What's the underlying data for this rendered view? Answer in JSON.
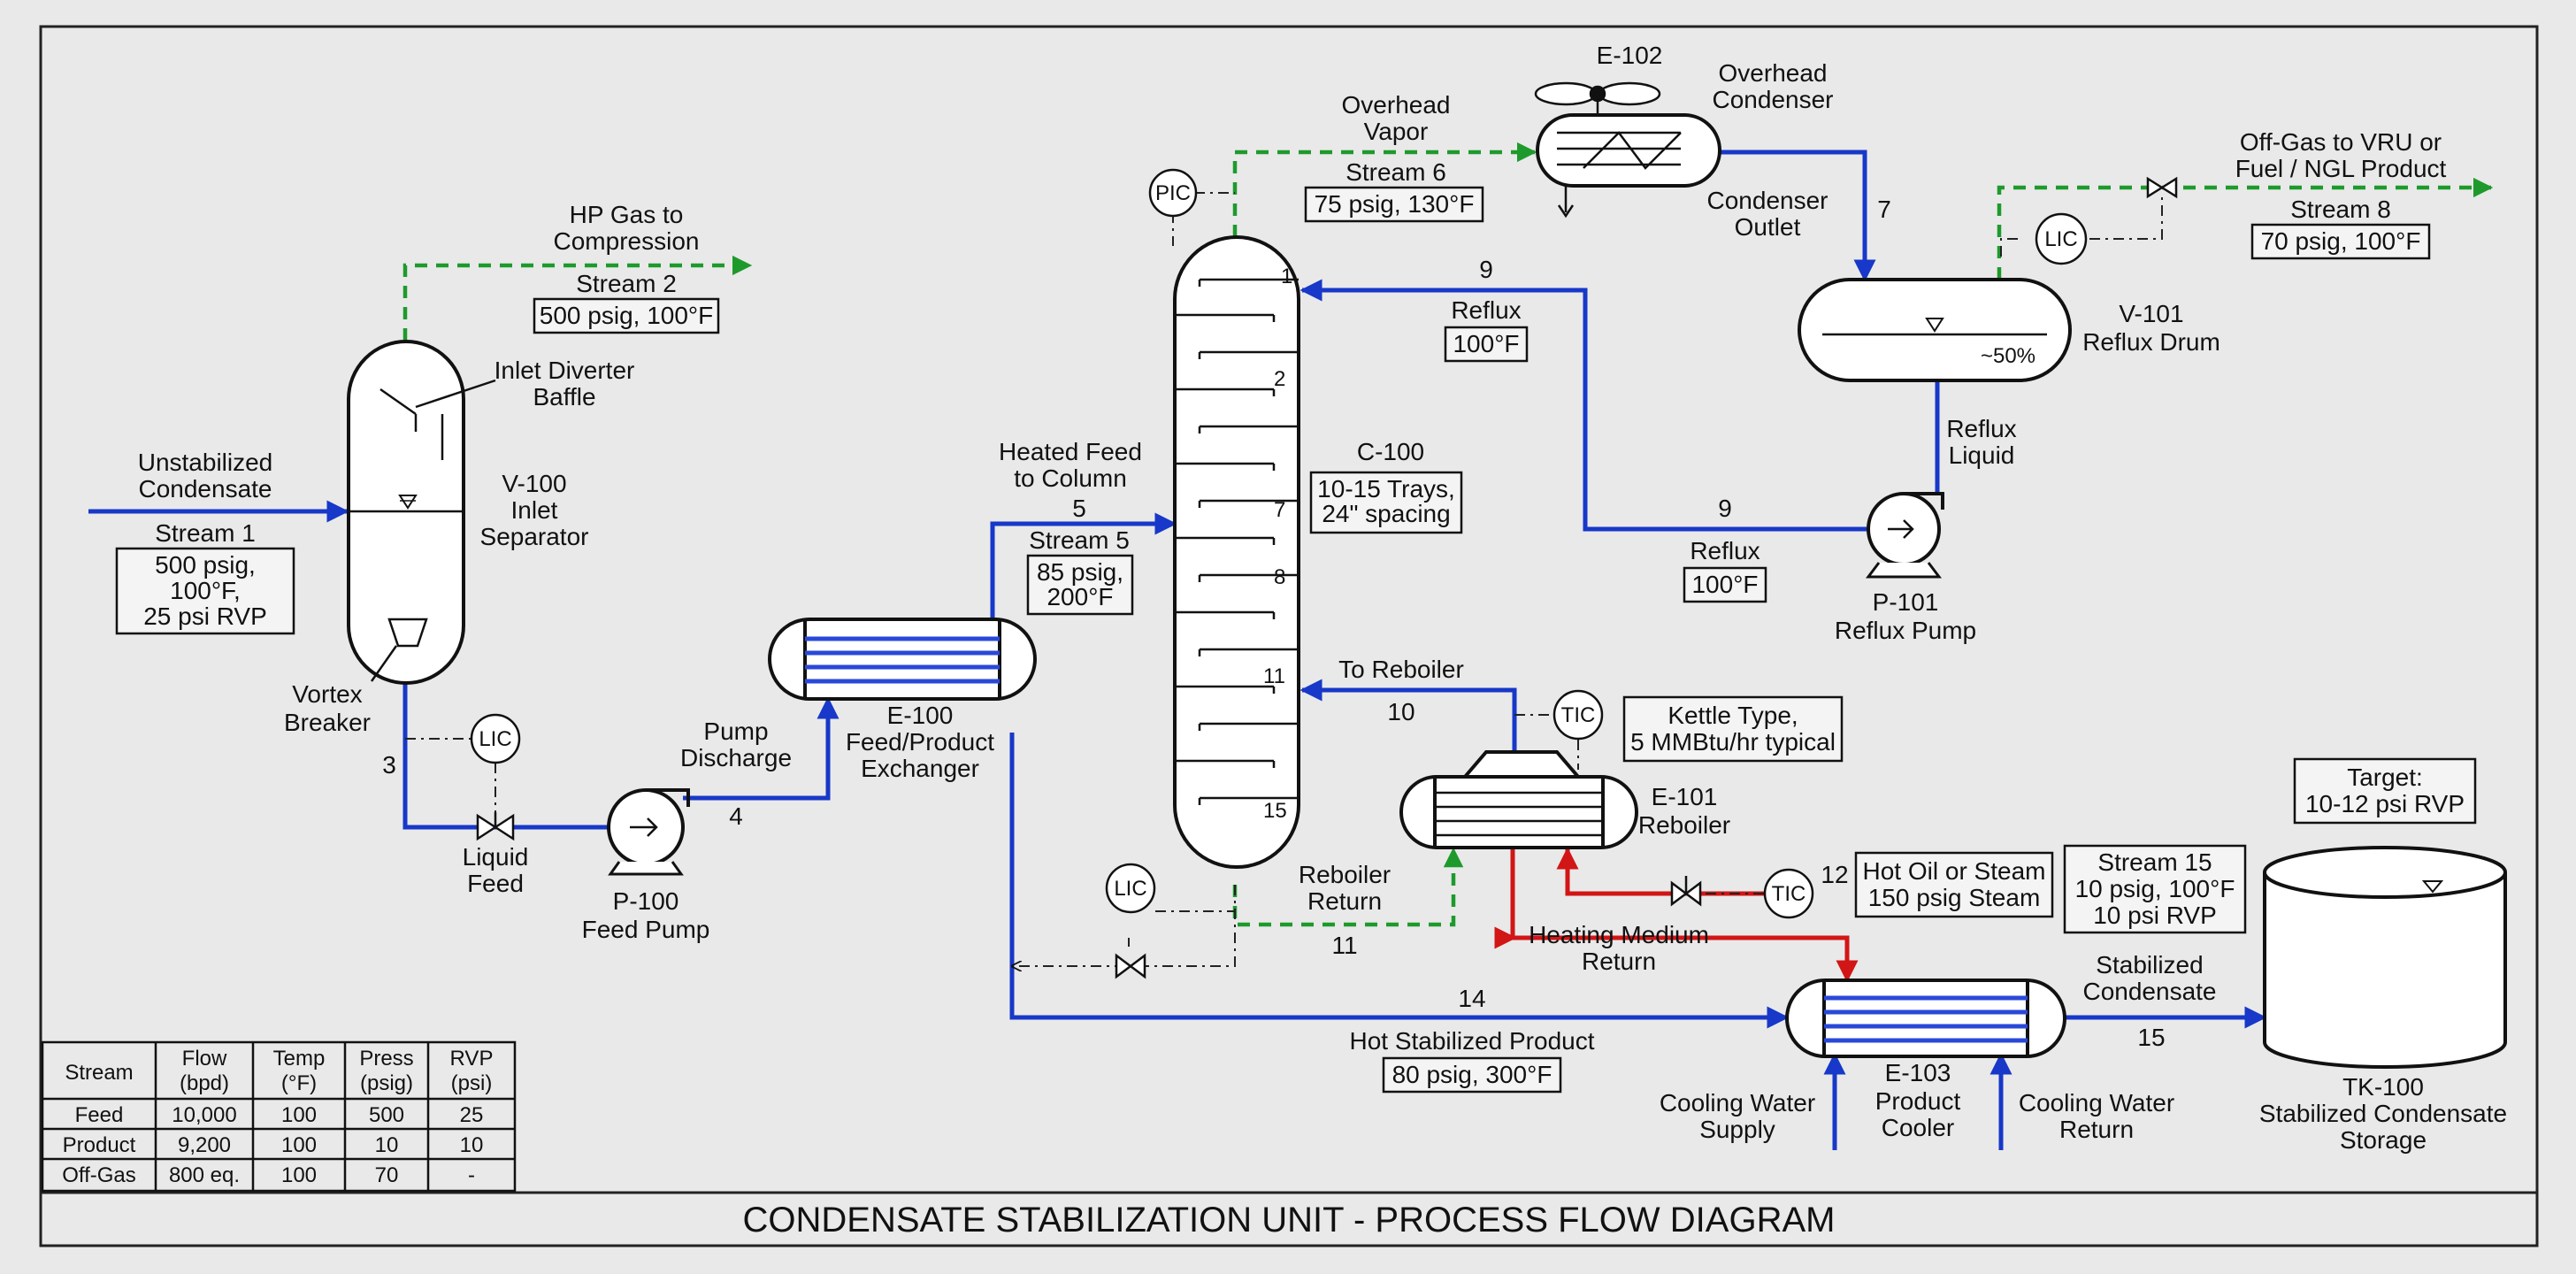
{
  "title": "CONDENSATE STABILIZATION UNIT - PROCESS FLOW DIAGRAM",
  "colors": {
    "process_line": "#1738c8",
    "gas_line": "#1e9a2c",
    "heating_line": "#d21515"
  },
  "feed": {
    "l1": "Unstabilized",
    "l2": "Condensate",
    "stream": "Stream 1",
    "b1": "500 psig,",
    "b2": "100°F,",
    "b3": "25 psi RVP"
  },
  "hp_gas": {
    "l1": "HP Gas to",
    "l2": "Compression",
    "stream": "Stream 2",
    "box": "500 psig, 100°F"
  },
  "v100": {
    "tag": "V-100",
    "l1": "Inlet",
    "l2": "Separator",
    "baffle1": "Inlet Diverter",
    "baffle2": "Baffle",
    "vortex1": "Vortex",
    "vortex2": "Breaker"
  },
  "s3": "3",
  "lic": "LIC",
  "pic": "PIC",
  "tic": "TIC",
  "liquid_feed": {
    "l1": "Liquid",
    "l2": "Feed"
  },
  "p100": {
    "tag": "P-100",
    "name": "Feed Pump"
  },
  "s4": "4",
  "pump_discharge": {
    "l1": "Pump",
    "l2": "Discharge"
  },
  "e100": {
    "tag": "E-100",
    "l1": "Feed/Product",
    "l2": "Exchanger"
  },
  "heated_feed": {
    "l1": "Heated Feed",
    "l2": "to Column",
    "num": "5",
    "stream": "Stream 5",
    "b1": "85 psig,",
    "b2": "200°F"
  },
  "c100": {
    "tag": "C-100",
    "b1": "10-15 Trays,",
    "b2": "24\" spacing",
    "trays": [
      "1",
      "2",
      "7",
      "8",
      "11",
      "15"
    ]
  },
  "overhead": {
    "l1": "Overhead",
    "l2": "Vapor",
    "stream": "Stream 6",
    "box": "75 psig, 130°F"
  },
  "e102": {
    "tag": "E-102",
    "l1": "Overhead",
    "l2": "Condenser"
  },
  "cond_outlet": {
    "l1": "Condenser",
    "l2": "Outlet",
    "num": "7"
  },
  "offgas": {
    "l1": "Off-Gas to VRU or",
    "l2": "Fuel / NGL Product",
    "stream": "Stream 8",
    "box": "70 psig, 100°F"
  },
  "v101": {
    "tag": "V-101",
    "name": "Reflux Drum",
    "level": "~50%"
  },
  "reflux_liquid": {
    "l1": "Reflux",
    "l2": "Liquid"
  },
  "p101": {
    "tag": "P-101",
    "name": "Reflux Pump"
  },
  "reflux_top": {
    "num": "9",
    "label": "Reflux",
    "box": "100°F"
  },
  "reflux_mid": {
    "num": "9",
    "label": "Reflux",
    "box": "100°F"
  },
  "to_reboiler": {
    "label": "To Reboiler",
    "num": "10"
  },
  "reboiler_note": {
    "l1": "Kettle Type,",
    "l2": "5 MMBtu/hr typical"
  },
  "e101": {
    "tag": "E-101",
    "name": "Reboiler"
  },
  "reboiler_return": {
    "l1": "Reboiler",
    "l2": "Return",
    "num": "11"
  },
  "heating": {
    "num": "12",
    "b1": "Hot Oil or Steam",
    "b2": "150 psig Steam",
    "ret1": "Heating Medium",
    "ret2": "Return"
  },
  "s14": "14",
  "hot_product": {
    "label": "Hot Stabilized Product",
    "box": "80 psig, 300°F"
  },
  "e103": {
    "tag": "E-103",
    "l1": "Product",
    "l2": "Cooler"
  },
  "cw_supply": {
    "l1": "Cooling Water",
    "l2": "Supply"
  },
  "cw_return": {
    "l1": "Cooling Water",
    "l2": "Return"
  },
  "stream15": {
    "b1": "Stream 15",
    "b2": "10 psig, 100°F",
    "b3": "10 psi RVP"
  },
  "stab_cond": {
    "l1": "Stabilized",
    "l2": "Condensate",
    "num": "15"
  },
  "target": {
    "l1": "Target:",
    "l2": "10-12 psi RVP"
  },
  "tk100": {
    "tag": "TK-100",
    "l1": "Stabilized Condensate",
    "l2": "Storage"
  },
  "table": {
    "headers": [
      [
        "Stream",
        ""
      ],
      [
        "Flow",
        "(bpd)"
      ],
      [
        "Temp",
        "(°F)"
      ],
      [
        "Press",
        "(psig)"
      ],
      [
        "RVP",
        "(psi)"
      ]
    ],
    "rows": [
      [
        "Feed",
        "10,000",
        "100",
        "500",
        "25"
      ],
      [
        "Product",
        "9,200",
        "100",
        "10",
        "10"
      ],
      [
        "Off-Gas",
        "800 eq.",
        "100",
        "70",
        "-"
      ]
    ]
  }
}
